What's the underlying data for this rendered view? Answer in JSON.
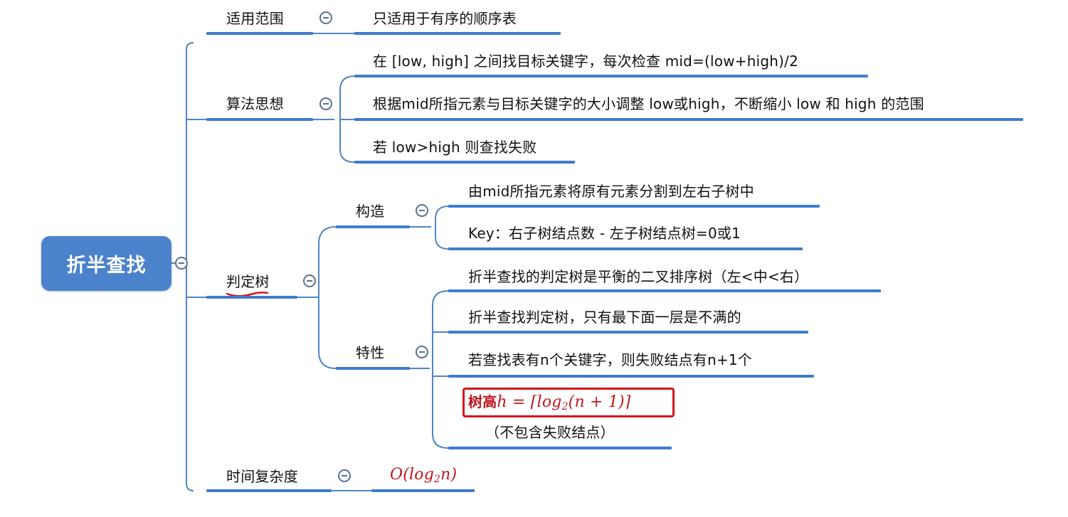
{
  "root": {
    "label": "折半查找"
  },
  "branches": {
    "scope": {
      "label": "适用范围",
      "items": [
        "只适用于有序的顺序表"
      ]
    },
    "idea": {
      "label": "算法思想",
      "items": [
        "在 [low, high] 之间找目标关键字，每次检查 mid=(low+high)/2",
        "根据mid所指元素与目标关键字的大小调整 low或high，不断缩小 low 和 high 的范围",
        "若 low>high 则查找失败"
      ]
    },
    "tree": {
      "label": "判定树",
      "construct": {
        "label": "构造",
        "items": [
          "由mid所指元素将原有元素分割到左右子树中",
          "Key：右子树结点数 - 左子树结点树=0或1"
        ]
      },
      "props": {
        "label": "特性",
        "items": [
          "折半查找的判定树是平衡的二叉排序树（左<中<右）",
          "折半查找判定树，只有最下面一层是不满的",
          "若查找表有n个关键字，则失败结点有n+1个"
        ],
        "height_prefix": "树高",
        "height_formula": "h = ⌈log",
        "height_sub": "2",
        "height_tail": "(n + 1)⌉",
        "height_note": "（不包含失败结点）"
      }
    },
    "time": {
      "label": "时间复杂度",
      "formula_head": "O(log",
      "formula_sub": "2",
      "formula_tail": "n)"
    }
  },
  "colors": {
    "line": "#4f86c6",
    "root_fill": "#4b82cc",
    "annotation_red": "#d4141b"
  }
}
